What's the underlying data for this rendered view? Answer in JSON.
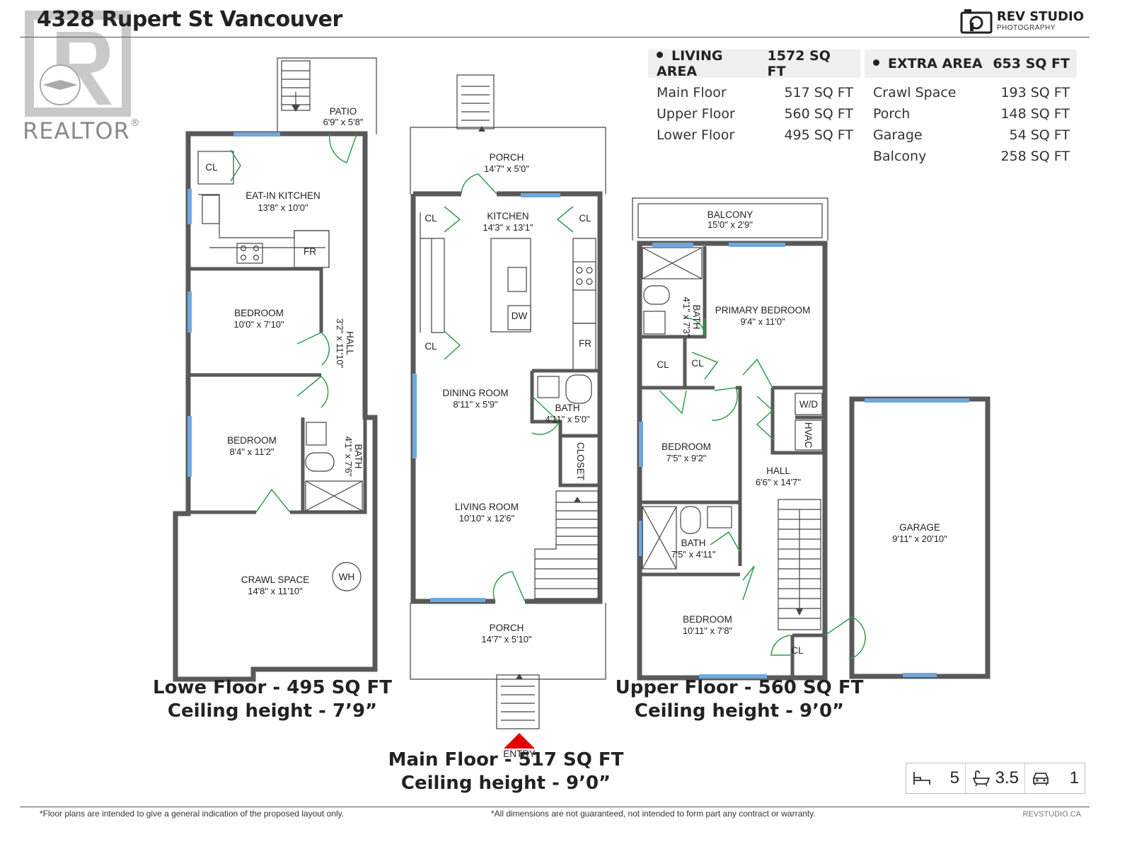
{
  "header": {
    "title": "4328 Rupert St Vancouver",
    "realtor_text": "REALTOR",
    "realtor_reg": "®",
    "brand_name": "REV STUDIO",
    "brand_sub": "PHOTOGRAPHY"
  },
  "living_area": {
    "label": "LIVING AREA",
    "total": "1572 SQ FT",
    "rows": [
      {
        "name": "Main Floor",
        "value": "517 SQ FT"
      },
      {
        "name": "Upper Floor",
        "value": "560 SQ FT"
      },
      {
        "name": "Lower Floor",
        "value": "495 SQ FT"
      }
    ]
  },
  "extra_area": {
    "label": "EXTRA AREA",
    "total": "653 SQ FT",
    "rows": [
      {
        "name": "Crawl Space",
        "value": "193 SQ FT"
      },
      {
        "name": "Porch",
        "value": "148 SQ FT"
      },
      {
        "name": "Garage",
        "value": "54 SQ FT"
      },
      {
        "name": "Balcony",
        "value": "258 SQ FT"
      }
    ]
  },
  "lower_floor": {
    "caption_line1": "Lowe Floor - 495 SQ FT",
    "caption_line2": "Ceiling height - 7’9”",
    "rooms": {
      "patio": {
        "name": "PATIO",
        "dims": "6'9\" x 5'8\""
      },
      "kitchen": {
        "name": "EAT-IN KITCHEN",
        "dims": "13'8\" x 10'0\""
      },
      "cl": "CL",
      "fr": "FR",
      "bedroom1": {
        "name": "BEDROOM",
        "dims": "10'0\" x 7'10\""
      },
      "hall": {
        "name": "HALL",
        "dims": "3'2\" x 11'10\""
      },
      "bedroom2": {
        "name": "BEDROOM",
        "dims": "8'4\" x 11'2\""
      },
      "bath": {
        "name": "BATH",
        "dims": "4'1\" x 7'6\""
      },
      "crawl": {
        "name": "CRAWL SPACE",
        "dims": "14'8\" x 11'10\""
      },
      "wh": "WH"
    }
  },
  "main_floor": {
    "caption_line1": "Main Floor - 517 SQ FT",
    "caption_line2": "Ceiling height - 9’0”",
    "entry": "ENTRY",
    "rooms": {
      "porch_top": {
        "name": "PORCH",
        "dims": "14'7\" x 5'0\""
      },
      "kitchen": {
        "name": "KITCHEN",
        "dims": "14'3\" x 13'1\""
      },
      "cl": "CL",
      "dw": "DW",
      "fr": "FR",
      "dining": {
        "name": "DINING ROOM",
        "dims": "8'11\" x 5'9\""
      },
      "bath": {
        "name": "BATH",
        "dims": "4'11\" x 5'0\""
      },
      "closet": "CLOSET",
      "living": {
        "name": "LIVING ROOM",
        "dims": "10'10\" x 12'6\""
      },
      "porch_bottom": {
        "name": "PORCH",
        "dims": "14'7\" x 5'10\""
      }
    }
  },
  "upper_floor": {
    "caption_line1": "Upper Floor - 560 SQ FT",
    "caption_line2": "Ceiling height - 9’0”",
    "rooms": {
      "balcony": {
        "name": "BALCONY",
        "dims": "15'0\" x 2'9\""
      },
      "bath1": {
        "name": "BATH",
        "dims": "4'1\" x 7'3\""
      },
      "primary": {
        "name": "PRIMARY BEDROOM",
        "dims": "9'4\" x 11'0\""
      },
      "cl": "CL",
      "wd": "W/D",
      "hvac": "HVAC",
      "bedroom1": {
        "name": "BEDROOM",
        "dims": "7'5\" x 9'2\""
      },
      "hall": {
        "name": "HALL",
        "dims": "6'6\" x 14'7\""
      },
      "bath2": {
        "name": "BATH",
        "dims": "7'5\" x 4'11\""
      },
      "bedroom2": {
        "name": "BEDROOM",
        "dims": "10'11\" x 7'8\""
      }
    }
  },
  "garage": {
    "name": "GARAGE",
    "dims": "9'11\" x 20'10\""
  },
  "summary": {
    "beds": "5",
    "baths": "3.5",
    "parking": "1"
  },
  "footer": {
    "disclaimer_left": "*Floor plans are intended to give a general indication of the proposed layout only.",
    "disclaimer_right": "*All dimensions are not guaranteed, not intended to form part any contract or warranty.",
    "url": "REVSTUDIO.CA"
  },
  "colors": {
    "wall": "#595959",
    "door": "#2e9e4e",
    "window": "#6fa8dc",
    "entry_arrow": "#e00000",
    "header_bg": "#efefef"
  }
}
